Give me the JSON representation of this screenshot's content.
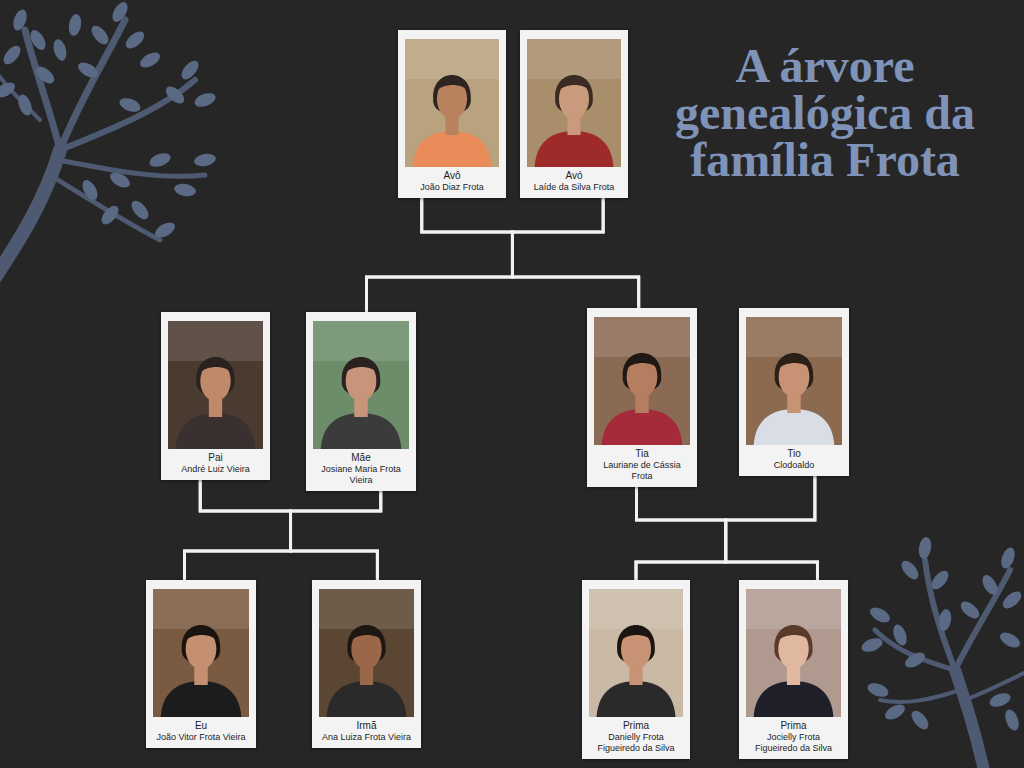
{
  "diagram": {
    "title": "A árvore genealógica da família Frota",
    "nodes": [
      {
        "text": [
          "Avô",
          "João Diaz Frota"
        ]
      },
      {
        "text": [
          "Avó",
          "Laíde da Silva Frota"
        ]
      },
      {
        "text": [
          "Pai",
          "André Luiz Vieira"
        ]
      },
      {
        "text": [
          "Mãe",
          "Josiane Maria Frota Vieira"
        ]
      },
      {
        "text": [
          "Tia",
          "Lauriane de Cássia Frota"
        ]
      },
      {
        "text": [
          "Tio",
          "Clodoaldo"
        ]
      },
      {
        "text": [
          "Eu",
          "João Vitor Frota Vieira"
        ]
      },
      {
        "text": [
          "Irmã",
          "Ana Luiza Frota Vieira"
        ]
      },
      {
        "text": [
          "Prima",
          "Danielly Frota Figueiredo da Silva"
        ]
      },
      {
        "text": [
          "Prima",
          "Jocielly Frota Figueiredo da Silva"
        ]
      }
    ],
    "edges": [
      {
        "from": 0,
        "to": 3,
        "arrow": "none"
      },
      {
        "from": 0,
        "to": 4,
        "arrow": "none"
      },
      {
        "from": 1,
        "to": 3,
        "arrow": "none"
      },
      {
        "from": 1,
        "to": 4,
        "arrow": "none"
      },
      {
        "from": 2,
        "to": 6,
        "arrow": "none"
      },
      {
        "from": 2,
        "to": 7,
        "arrow": "none"
      },
      {
        "from": 3,
        "to": 6,
        "arrow": "none"
      },
      {
        "from": 3,
        "to": 7,
        "arrow": "none"
      },
      {
        "from": 4,
        "to": 8,
        "arrow": "none"
      },
      {
        "from": 4,
        "to": 9,
        "arrow": "none"
      },
      {
        "from": 5,
        "to": 8,
        "arrow": "none"
      },
      {
        "from": 5,
        "to": 9,
        "arrow": "none"
      }
    ]
  }
}
